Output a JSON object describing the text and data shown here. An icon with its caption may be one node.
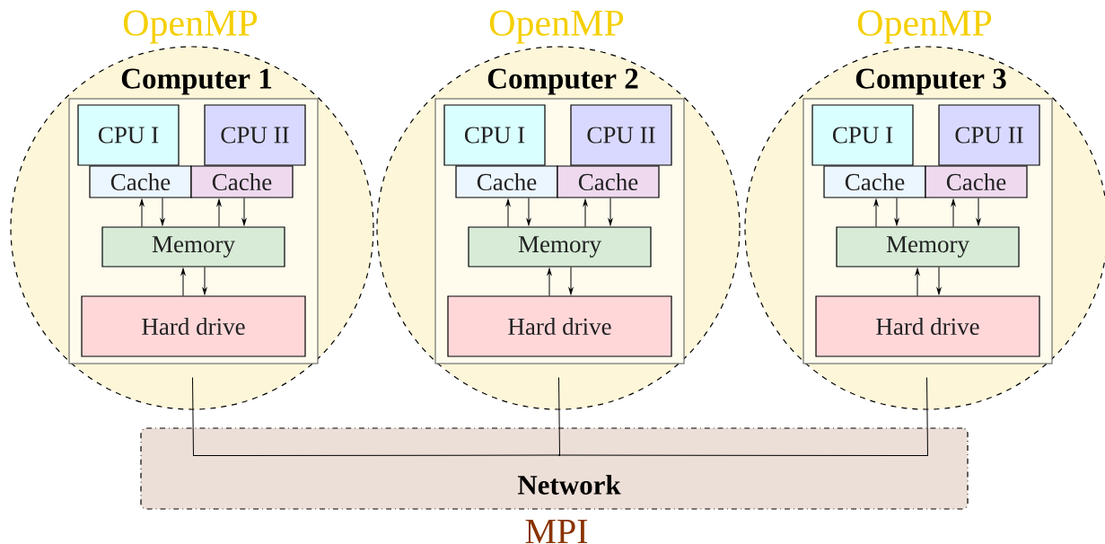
{
  "diagram": {
    "nodes": [
      {
        "text": [
          "OpenMP"
        ]
      },
      {
        "text": [
          "Computer 1"
        ],
        "in": 0
      },
      {
        "text": [
          "CPU I"
        ],
        "in": 1
      },
      {
        "text": [
          "CPU II"
        ],
        "in": 1
      },
      {
        "text": [
          "Cache"
        ],
        "in": 1
      },
      {
        "text": [
          "Cache"
        ],
        "in": 1
      },
      {
        "text": [
          "Memory"
        ],
        "in": 1
      },
      {
        "text": [
          "Hard drive"
        ],
        "in": 1
      },
      {
        "text": [
          "OpenMP"
        ]
      },
      {
        "text": [
          "Computer 2"
        ],
        "in": 8
      },
      {
        "text": [
          "CPU I"
        ],
        "in": 9
      },
      {
        "text": [
          "CPU II"
        ],
        "in": 9
      },
      {
        "text": [
          "Cache"
        ],
        "in": 9
      },
      {
        "text": [
          "Cache"
        ],
        "in": 9
      },
      {
        "text": [
          "Memory"
        ],
        "in": 9
      },
      {
        "text": [
          "Hard drive"
        ],
        "in": 9
      },
      {
        "text": [
          "OpenMP"
        ]
      },
      {
        "text": [
          "Computer 3"
        ],
        "in": 16
      },
      {
        "text": [
          "CPU I"
        ],
        "in": 17
      },
      {
        "text": [
          "CPU II"
        ],
        "in": 17
      },
      {
        "text": [
          "Cache"
        ],
        "in": 17
      },
      {
        "text": [
          "Cache"
        ],
        "in": 17
      },
      {
        "text": [
          "Memory"
        ],
        "in": 17
      },
      {
        "text": [
          "Hard drive"
        ],
        "in": 17
      },
      {
        "text": [
          "Network"
        ],
        "beside": [
          "MPI"
        ]
      }
    ],
    "edges": [
      {
        "from": 6,
        "to": 4,
        "arrow": "to"
      },
      {
        "from": 4,
        "to": 6,
        "arrow": "to"
      },
      {
        "from": 6,
        "to": 5,
        "arrow": "to"
      },
      {
        "from": 5,
        "to": 6,
        "arrow": "to"
      },
      {
        "from": 7,
        "to": 6,
        "arrow": "to"
      },
      {
        "from": 6,
        "to": 7,
        "arrow": "to"
      },
      {
        "from": 14,
        "to": 12,
        "arrow": "to"
      },
      {
        "from": 12,
        "to": 14,
        "arrow": "to"
      },
      {
        "from": 14,
        "to": 13,
        "arrow": "to"
      },
      {
        "from": 13,
        "to": 14,
        "arrow": "to"
      },
      {
        "from": 15,
        "to": 14,
        "arrow": "to"
      },
      {
        "from": 14,
        "to": 15,
        "arrow": "to"
      },
      {
        "from": 22,
        "to": 20,
        "arrow": "to"
      },
      {
        "from": 20,
        "to": 22,
        "arrow": "to"
      },
      {
        "from": 22,
        "to": 21,
        "arrow": "to"
      },
      {
        "from": 21,
        "to": 22,
        "arrow": "to"
      },
      {
        "from": 23,
        "to": 22,
        "arrow": "to"
      },
      {
        "from": 22,
        "to": 23,
        "arrow": "to"
      },
      {
        "from": 1,
        "to": 24,
        "arrow": "none"
      },
      {
        "from": 9,
        "to": 24,
        "arrow": "none"
      },
      {
        "from": 17,
        "to": 24,
        "arrow": "none"
      }
    ]
  }
}
